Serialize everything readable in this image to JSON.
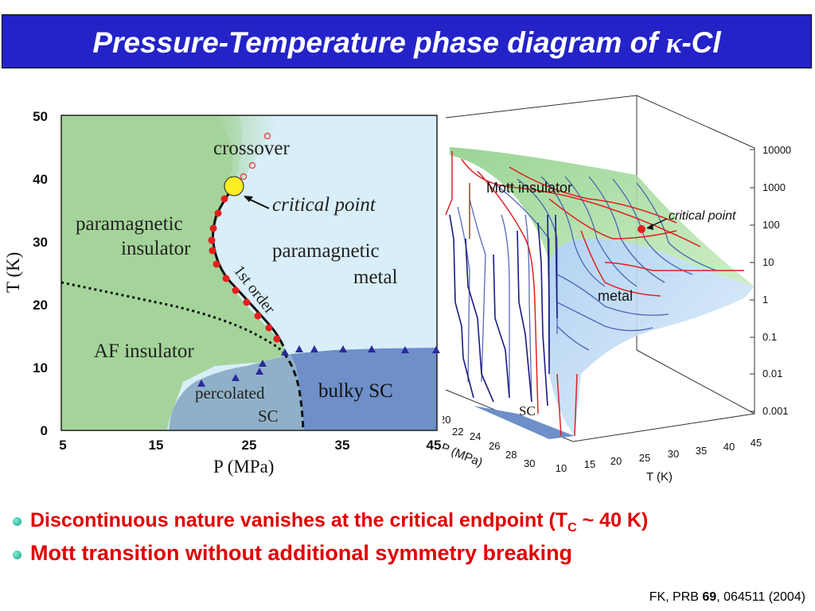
{
  "slide": {
    "title_main": "Pressure-Temperature phase diagram of ",
    "title_kappa": "κ",
    "title_suffix": "-Cl"
  },
  "left_diagram": {
    "y_axis_label": "T (K)",
    "x_axis_label": "P (MPa)",
    "y_ticks": [
      "50",
      "40",
      "30",
      "20",
      "10",
      "0"
    ],
    "x_ticks": [
      "5",
      "15",
      "25",
      "35",
      "45"
    ],
    "regions": {
      "crossover": "crossover",
      "pm_insulator_line1": "paramagnetic",
      "pm_insulator_line2": "insulator",
      "pm_metal_line1": "paramagnetic",
      "pm_metal_line2": "metal",
      "af_insulator": "AF insulator",
      "percolated_line1": "percolated",
      "percolated_line2": "SC",
      "bulky_sc": "bulky SC",
      "first_order": "1st order"
    },
    "critical_point_label": "critical point",
    "colors": {
      "insulator": "#a4d49a",
      "metal": "#d8eef8",
      "sc": "#6e8fc8",
      "markers": "#e61e1e",
      "triangles": "#2a2a9a"
    }
  },
  "right_diagram": {
    "z_ticks": [
      "10000",
      "1000",
      "100",
      "10",
      "1",
      "0.1",
      "0.01",
      "0.001"
    ],
    "t_ticks": [
      "10",
      "15",
      "20",
      "25",
      "30",
      "35",
      "40",
      "45"
    ],
    "p_ticks": [
      "20",
      "22",
      "24",
      "26",
      "28",
      "30"
    ],
    "t_axis_label": "T (K)",
    "p_axis_label": "P (MPa)",
    "mott_label": "Mott insulator",
    "metal_label": "metal",
    "sc_label": "SC",
    "critical_point_label": "critical point"
  },
  "bullets": [
    {
      "text": "Discontinuous nature vanishes at the critical endpoint (T",
      "sub": "C",
      "tail": " ~ 40 K)"
    },
    {
      "text": "Mott transition without additional symmetry breaking"
    }
  ],
  "reference": {
    "prefix": "FK, PRB ",
    "volume": "69",
    "suffix": ", 064511 (2004)"
  }
}
